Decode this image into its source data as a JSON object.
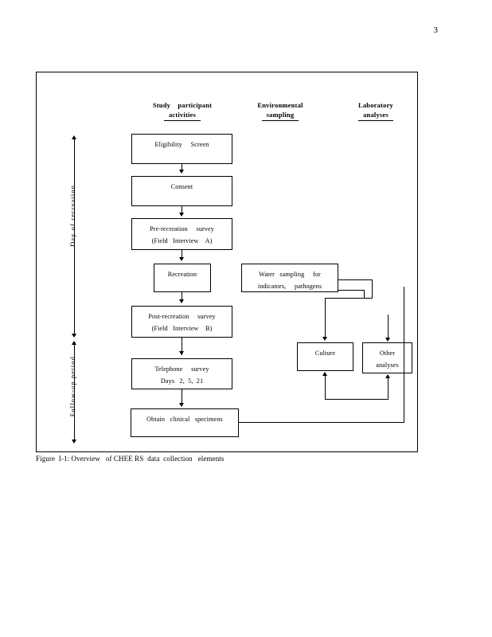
{
  "document": {
    "page_number": "3",
    "caption": "Figure  I-1: Overview   of CHEE RS  data  collection   elements"
  },
  "columns": [
    {
      "name": "study-participant-activities",
      "line1": "Study    participant",
      "line2": "activities"
    },
    {
      "name": "environmental-sampling",
      "line1": "Environmental",
      "line2": "sampling"
    },
    {
      "name": "laboratory-analyses",
      "line1": "Laboratory",
      "line2": "analyses"
    }
  ],
  "timeline": {
    "segment1_label": "Day  of  recreation",
    "segment2_label": "Follow-up   period"
  },
  "nodes": {
    "eligibility_screen": {
      "line1": "Eligibility     Screen"
    },
    "consent": {
      "line1": "Consent"
    },
    "pre_recreation": {
      "line1": "Pre-recreation     survey",
      "line2": "(Field   Interview    A)"
    },
    "recreation": {
      "line1": "Recreation"
    },
    "post_recreation": {
      "line1": "Post-recreation     survey",
      "line2": "(Field   Interview    B)"
    },
    "telephone_survey": {
      "line1": "Telephone     survey",
      "line2": "Days   2,  5,  21"
    },
    "obtain_specimens": {
      "line1": "Obtain   clinical   specimens"
    },
    "water_sampling": {
      "line1": "Water   sampling     for",
      "line2": "indicators,     pathogens"
    },
    "culture": {
      "line1": "Culture"
    },
    "other_analyses": {
      "line1": "Other",
      "line2": "analyses"
    }
  }
}
